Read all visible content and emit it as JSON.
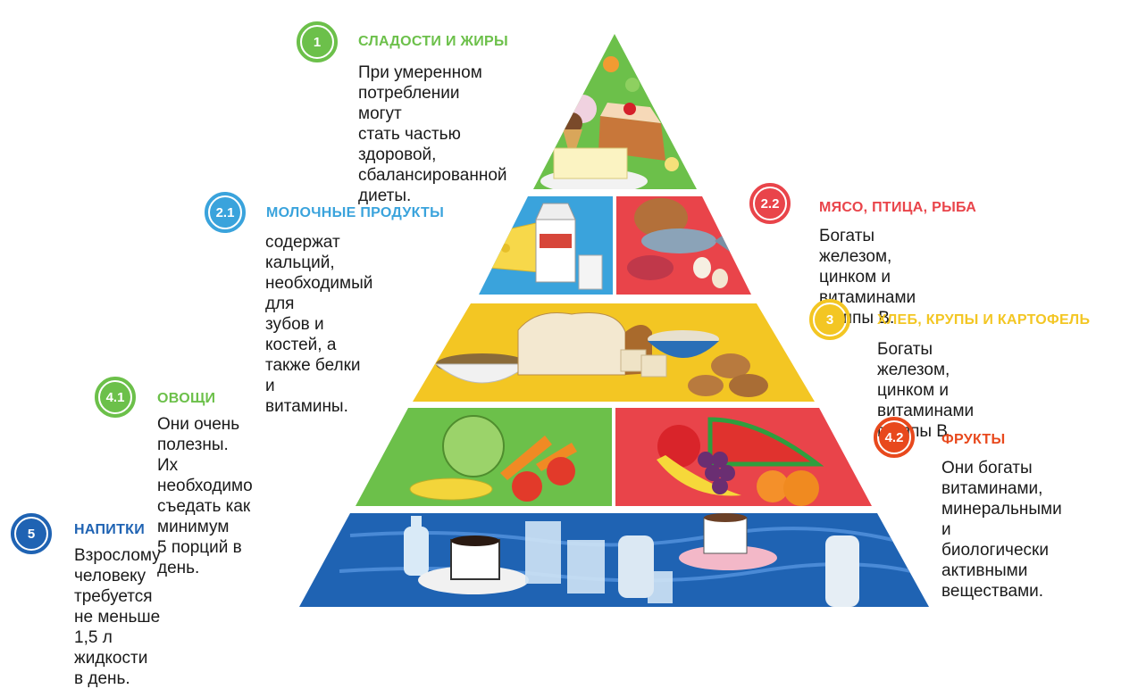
{
  "colors": {
    "green": "#6cc04a",
    "blue": "#3aa3dc",
    "red": "#e9444a",
    "yellow": "#f3c623",
    "orange": "#e8491d",
    "dark_blue": "#1f63b3"
  },
  "groups": [
    {
      "number": "1",
      "title": "СЛАДОСТИ И ЖИРЫ",
      "lines": [
        "При умеренном",
        "потреблении могут",
        "стать частью",
        "здоровой,",
        "сбалансированной",
        "диеты."
      ]
    },
    {
      "number": "2.1",
      "title": "МОЛОЧНЫЕ ПРОДУКТЫ",
      "lines": [
        "содержат кальций,",
        "необходимый для",
        "зубов и костей, а",
        "также белки и",
        "витамины."
      ]
    },
    {
      "number": "2.2",
      "title": "МЯСО, ПТИЦА, РЫБА",
      "lines": [
        "Богаты железом, цинком и",
        "витаминами группы B."
      ]
    },
    {
      "number": "3",
      "title": "ХЛЕБ, КРУПЫ И КАРТОФЕЛЬ",
      "lines": [
        "Богаты железом, цинком и",
        "витаминами группы B."
      ]
    },
    {
      "number": "4.1",
      "title": "ОВОЩИ",
      "lines": [
        "Они очень полезны.",
        "Их необходимо",
        "съедать как минимум",
        "5 порций в день."
      ]
    },
    {
      "number": "4.2",
      "title": "ФРУКТЫ",
      "lines": [
        "Они богаты",
        "витаминами,",
        "минеральными и",
        "биологически",
        "активными",
        "веществами."
      ]
    },
    {
      "number": "5",
      "title": "НАПИТКИ",
      "lines": [
        "Взрослому человеку",
        "требуется не меньше",
        "1,5 л жидкости в день."
      ]
    }
  ],
  "pyramid_icons": [
    "cake-icon",
    "ice-cream-icon",
    "butter-icon",
    "cheese-icon",
    "milk-carton-icon",
    "milk-glass-icon",
    "chicken-icon",
    "fish-icon",
    "steak-icon",
    "eggs-icon",
    "bread-icon",
    "cereal-bowl-icon",
    "crackers-icon",
    "cookies-icon",
    "cabbage-icon",
    "carrot-icon",
    "tomato-icon",
    "corn-icon",
    "watermelon-icon",
    "apple-icon",
    "grapes-icon",
    "banana-icon",
    "orange-icon",
    "coffee-cup-icon",
    "water-glass-icon",
    "bottle-icon"
  ]
}
